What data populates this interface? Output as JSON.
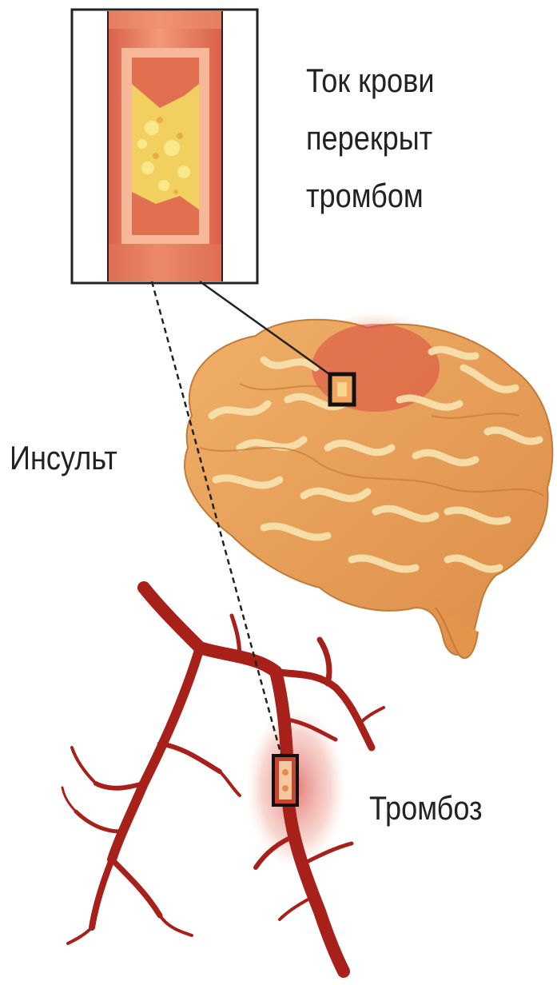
{
  "labels": {
    "flow_line1": "Ток крови",
    "flow_line2": "перекрыт",
    "flow_line3": "тромбом",
    "stroke": "Инсульт",
    "thrombosis": "Тромбоз"
  },
  "colors": {
    "vessel_wall": "#e0785a",
    "vessel_lumen": "#f7b89a",
    "clot": "#f2d060",
    "brain_base": "#e8a055",
    "brain_highlight": "#f9e0a8",
    "stroke_area": "#d94040",
    "artery": "#a8201a",
    "outline": "#222222"
  },
  "icons": {
    "brain": "brain-illustration",
    "artery_tree": "artery-tree-illustration",
    "vessel_cross_section": "blocked-vessel-illustration"
  }
}
